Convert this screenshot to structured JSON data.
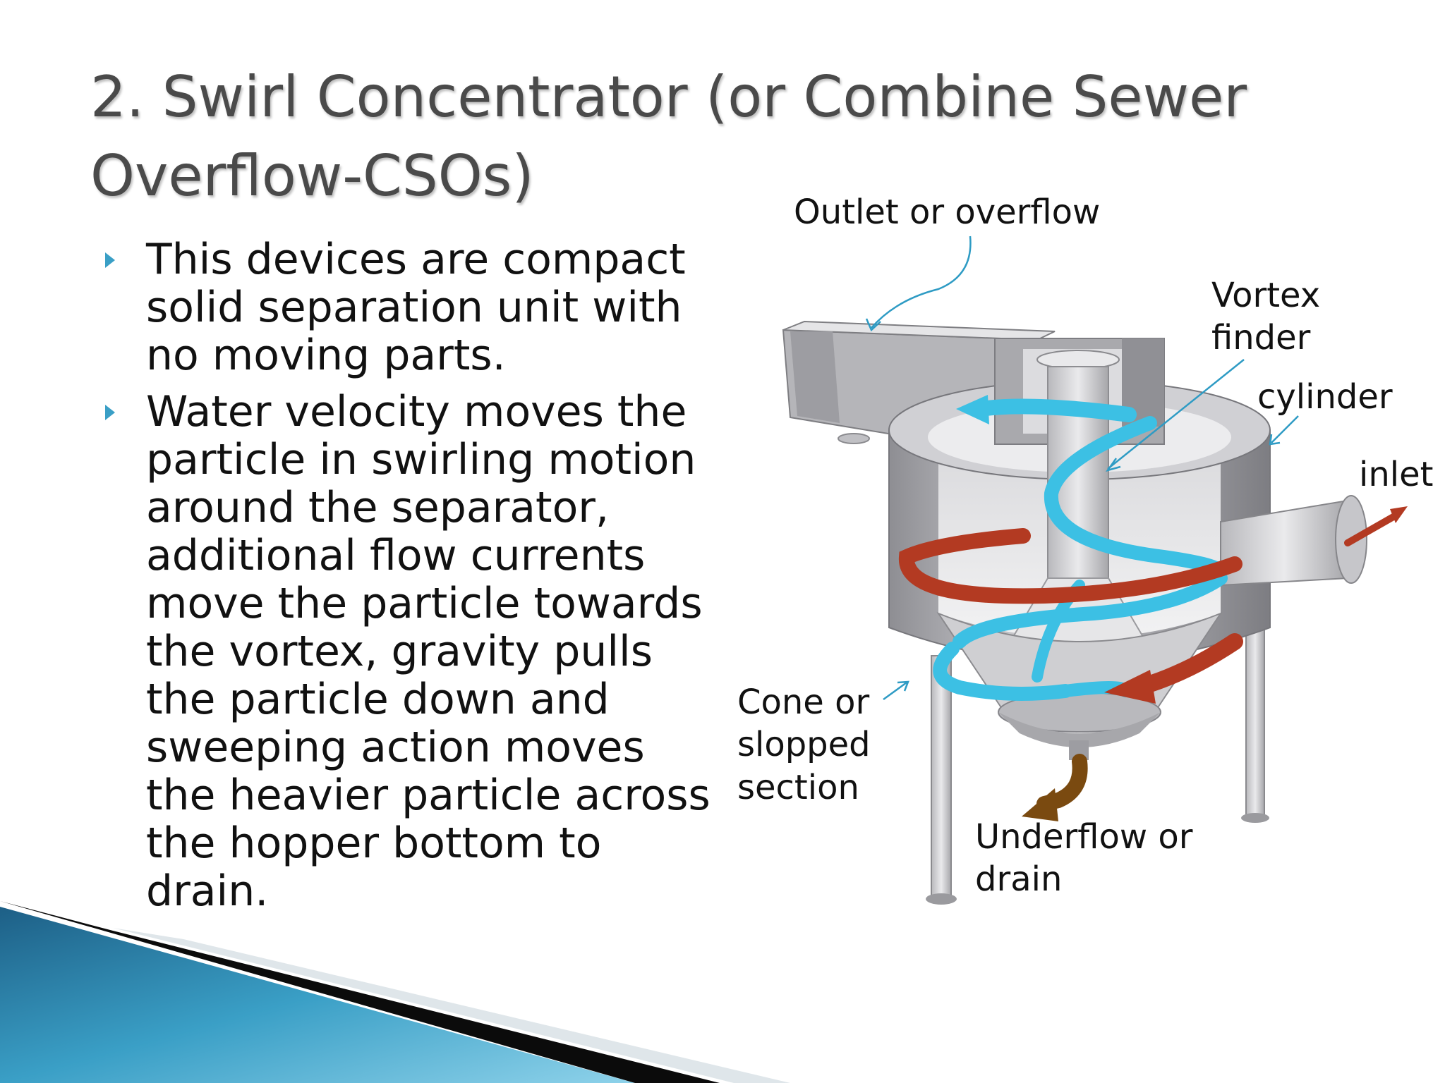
{
  "slide": {
    "title": "2. Swirl Concentrator (or Combine Sewer Overflow-CSOs)",
    "bullets": [
      "This devices are compact solid separation unit with no moving parts.",
      "Water velocity moves the particle in swirling motion around the separator, additional flow currents move the particle towards the vortex, gravity pulls the particle down and sweeping action moves the heavier particle across the hopper bottom to drain."
    ],
    "bullet_icon": "triangle-bullet-icon",
    "accent_color": "#3a9fc6"
  },
  "diagram": {
    "labels": {
      "outlet_line1": "Outlet or overflow",
      "vortex_line1": "Vortex",
      "vortex_line2": "finder",
      "cylinder": "cylinder",
      "inlet": "inlet",
      "cone_line1": "Cone or",
      "cone_line2": "slopped",
      "cone_line3": "section",
      "underflow_line1": "Underflow  or",
      "underflow_line2": "drain"
    },
    "colors": {
      "swirl_blue": "#3cc0e4",
      "inflow_red": "#b33a22",
      "drain_brown": "#7a4a10",
      "leader_line": "#2e9bc4",
      "metal": "#a9a9ad"
    }
  }
}
